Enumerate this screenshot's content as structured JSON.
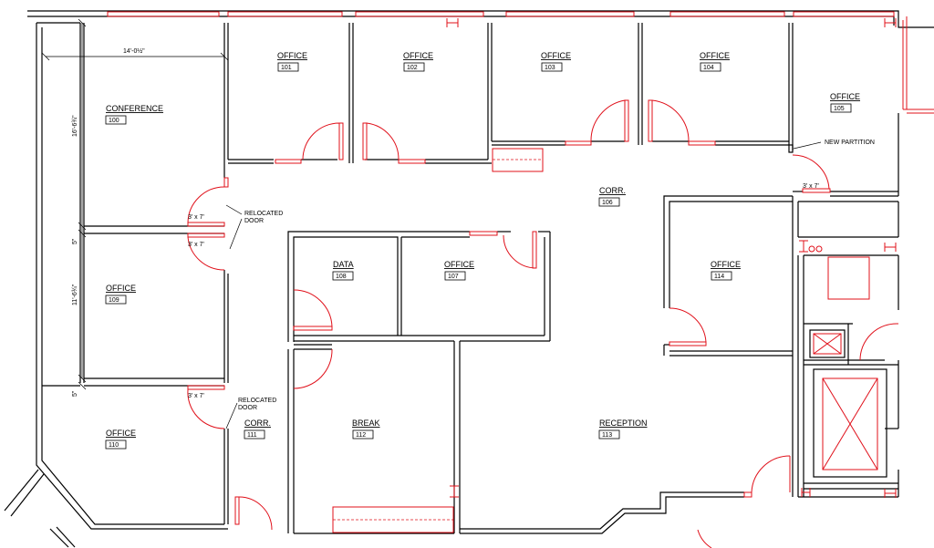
{
  "rooms": [
    {
      "id": "conference",
      "name": "CONFERENCE",
      "number": "100"
    },
    {
      "id": "office-101",
      "name": "OFFICE",
      "number": "101"
    },
    {
      "id": "office-102",
      "name": "OFFICE",
      "number": "102"
    },
    {
      "id": "office-103",
      "name": "OFFICE",
      "number": "103"
    },
    {
      "id": "office-104",
      "name": "OFFICE",
      "number": "104"
    },
    {
      "id": "office-105",
      "name": "OFFICE",
      "number": "105"
    },
    {
      "id": "corr-106",
      "name": "CORR.",
      "number": "106"
    },
    {
      "id": "office-107",
      "name": "OFFICE",
      "number": "107"
    },
    {
      "id": "data-108",
      "name": "DATA",
      "number": "108"
    },
    {
      "id": "office-109",
      "name": "OFFICE",
      "number": "109"
    },
    {
      "id": "office-110",
      "name": "OFFICE",
      "number": "110"
    },
    {
      "id": "corr-111",
      "name": "CORR.",
      "number": "111"
    },
    {
      "id": "break-112",
      "name": "BREAK",
      "number": "112"
    },
    {
      "id": "reception-113",
      "name": "RECEPTION",
      "number": "113"
    },
    {
      "id": "office-114",
      "name": "OFFICE",
      "number": "114"
    }
  ],
  "notes": {
    "new_partition": "NEW PARTITION",
    "relocated_door_1a": "RELOCATED",
    "relocated_door_1b": "DOOR",
    "relocated_door_2a": "RELOCATED",
    "relocated_door_2b": "DOOR"
  },
  "dimensions": {
    "width_top": "14'-0½\"",
    "height_conf": "16'-6¾\"",
    "gap_1": "5\"",
    "height_109": "11'-6¾\"",
    "gap_2": "5\""
  },
  "door_tags": {
    "d1": "3' x 7'",
    "d2": "3' x 7'",
    "d3": "3' x 7'",
    "d4": "3' x 7'"
  },
  "colors": {
    "wall": "#000000",
    "new_work": "#e0101a"
  }
}
